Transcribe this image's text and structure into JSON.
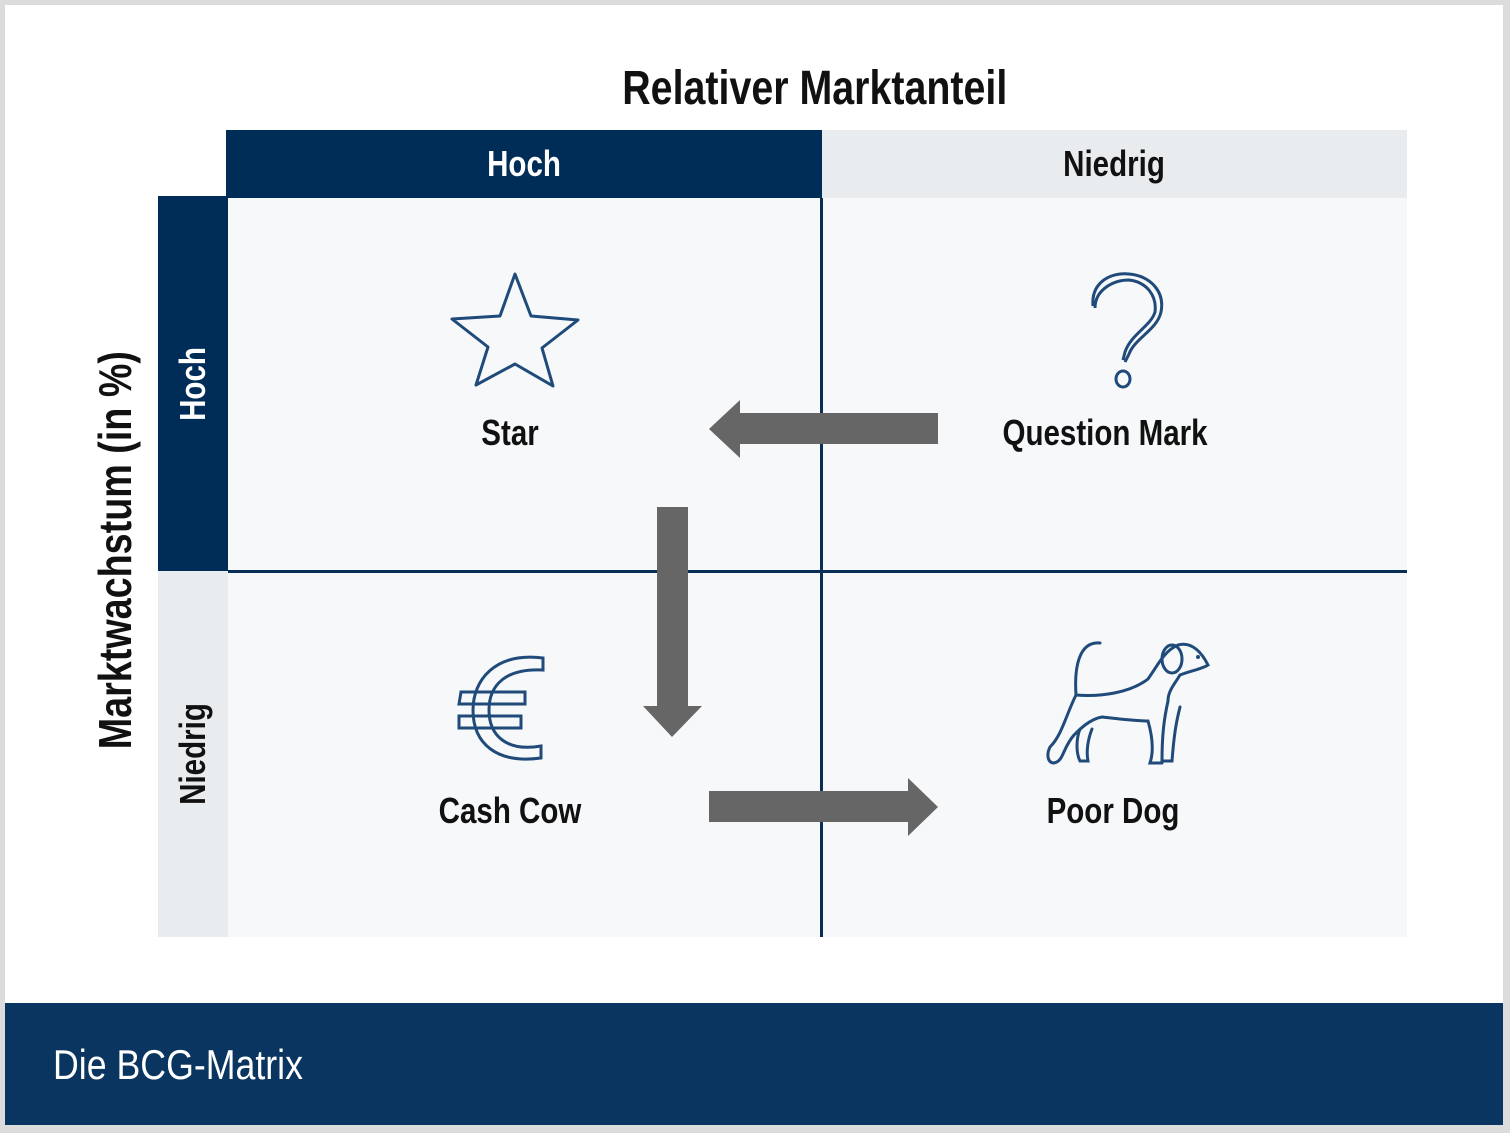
{
  "title": "Relativer Marktanteil",
  "y_axis_label": "Marktwachstum (in %)",
  "columns": [
    {
      "label": "Hoch"
    },
    {
      "label": "Niedrig"
    }
  ],
  "rows": [
    {
      "label": "Hoch"
    },
    {
      "label": "Niedrig"
    }
  ],
  "quadrants": {
    "star": {
      "label": "Star",
      "icon": "star-icon"
    },
    "question_mark": {
      "label": "Question Mark",
      "icon": "question-mark-icon"
    },
    "cash_cow": {
      "label": "Cash Cow",
      "icon": "euro-icon"
    },
    "poor_dog": {
      "label": "Poor Dog",
      "icon": "dog-icon"
    }
  },
  "footer": {
    "caption": "Die BCG-Matrix"
  },
  "colors": {
    "navy": "#002d58",
    "footer": "#0a3560",
    "light_header": "#e8ecee",
    "cell": "#f6f8fa",
    "arrow": "#666666",
    "icon": "#1f4a7a"
  }
}
